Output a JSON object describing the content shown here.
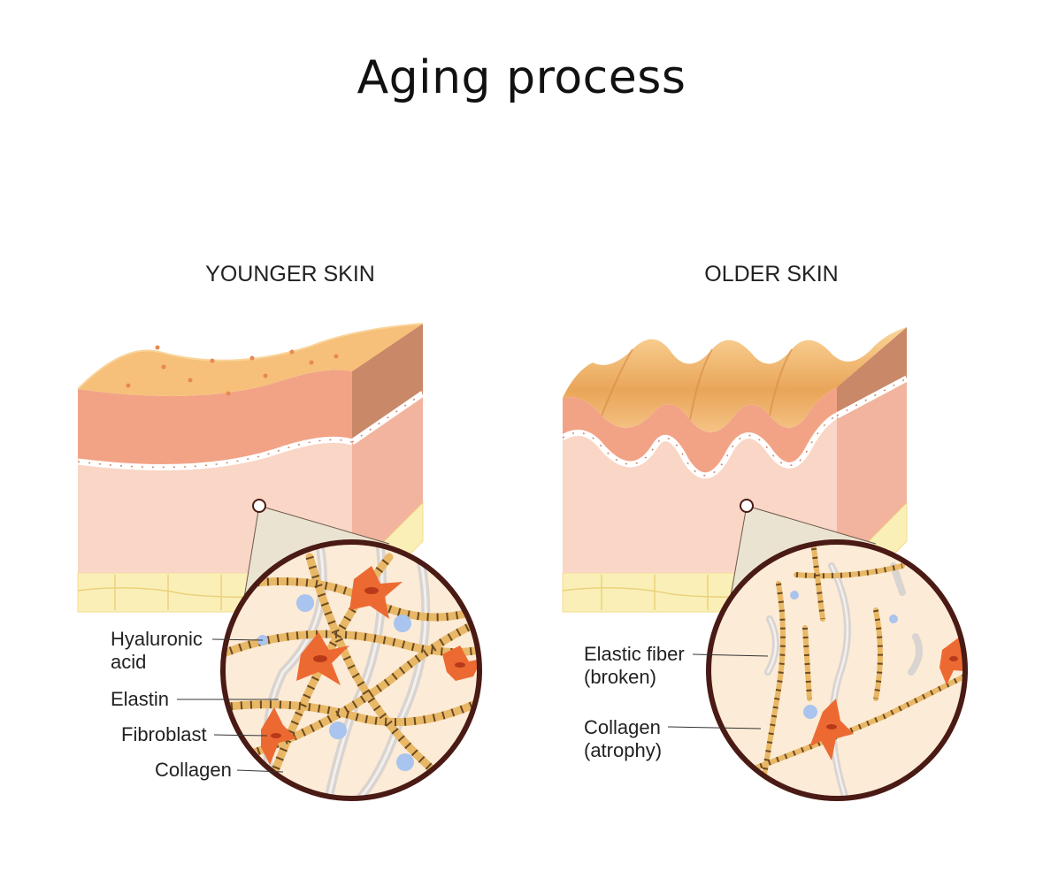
{
  "title": "Aging process",
  "panels": {
    "young": {
      "heading": "YOUNGER SKIN",
      "labels": {
        "hyaluronic_1": "Hyaluronic",
        "hyaluronic_2": "acid",
        "elastin": "Elastin",
        "fibroblast": "Fibroblast",
        "collagen": "Collagen"
      }
    },
    "old": {
      "heading": "OLDER SKIN",
      "labels": {
        "elastic_1": "Elastic fiber",
        "elastic_2": "(broken)",
        "collagen_1": "Collagen",
        "collagen_2": "(atrophy)"
      }
    }
  },
  "colors": {
    "epidermis_top": "#F6C07A",
    "epidermis": "#F2A386",
    "dermis": "#F9D6C6",
    "side_dark": "#C98868",
    "fat": "#FBEFB8",
    "circle_border": "#4A1A14",
    "circle_fill": "#FCEBD6",
    "collagen": "#E9B866",
    "fibroblast": "#EC6A32",
    "elastin": "#D9D4D0",
    "hyaluronic": "#A9C4EE"
  }
}
